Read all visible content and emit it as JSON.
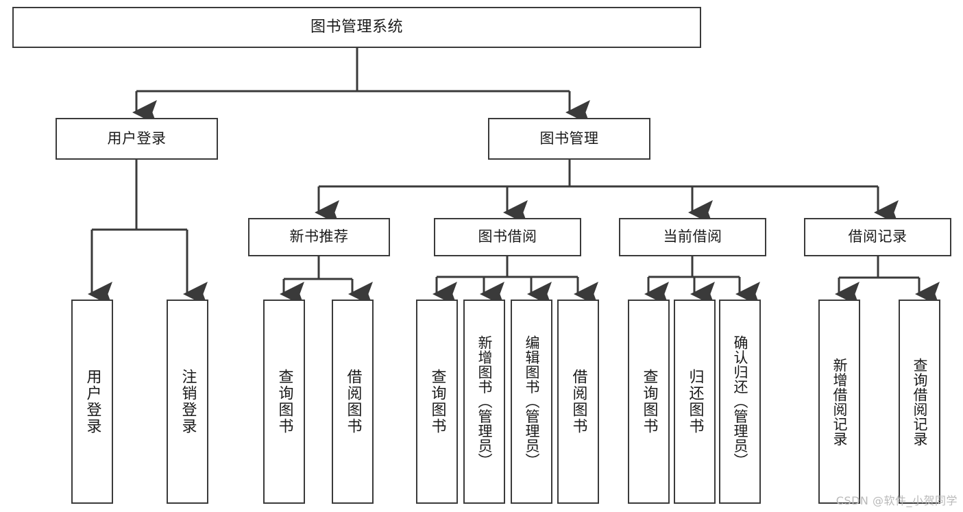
{
  "diagram": {
    "title": "图书管理系统",
    "type": "tree-hierarchy-diagram",
    "colors": {
      "box_border": "#3a3a3a",
      "box_fill": "#ffffff",
      "connector": "#3a3a3a",
      "text": "#1a1a1a",
      "watermark": "#b9b9b9"
    },
    "nodes": {
      "root": {
        "label": "图书管理系统"
      },
      "level2": [
        {
          "label": "用户登录"
        },
        {
          "label": "图书管理"
        }
      ],
      "level3": [
        {
          "label": "新书推荐"
        },
        {
          "label": "图书借阅"
        },
        {
          "label": "当前借阅"
        },
        {
          "label": "借阅记录"
        }
      ],
      "leaves": {
        "user_login": [
          {
            "label": "用户登录"
          },
          {
            "label": "注销登录"
          }
        ],
        "new_book_recommend": [
          {
            "label": "查询图书"
          },
          {
            "label": "借阅图书"
          }
        ],
        "book_borrow": [
          {
            "label": "查询图书"
          },
          {
            "label": "新增图书（管理员）"
          },
          {
            "label": "编辑图书（管理员）"
          },
          {
            "label": "借阅图书"
          }
        ],
        "current_borrow": [
          {
            "label": "查询图书"
          },
          {
            "label": "归还图书"
          },
          {
            "label": "确认归还（管理员）"
          }
        ],
        "borrow_records": [
          {
            "label": "新增借阅记录"
          },
          {
            "label": "查询借阅记录"
          }
        ]
      }
    },
    "watermark": "CSDN @软件_小贺同学"
  }
}
